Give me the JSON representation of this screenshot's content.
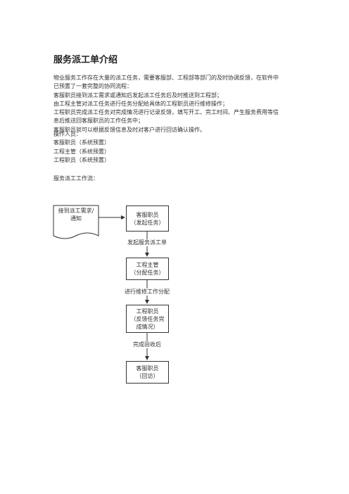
{
  "title": "服务派工单介绍",
  "intro_lines": [
    "物业服务工作存在大量的派工任务，需要客服部、工程部等部门的及时协调反馈，在软件中",
    "已预置了一套完整的协同流程：",
    "客服职员接到派工需求或通知后发起派工任务后及时推送到工程部；",
    "由工程主管对派工任务进行任务分配给具体的工程职员进行维修操作；",
    "工程职员完成派工任务对完成情况进行记录反馈，填写开工、完工时间、产生服务费用等信",
    "息后推送回客服职员的工作任务中；",
    "客服职员就可以根据反馈信息及时对客户进行回访确认操作。"
  ],
  "operators": {
    "heading": "操作人员：",
    "items": [
      "客服职员（系统预置）",
      "工程主管（系统预置）",
      "工程职员（系统预置）"
    ]
  },
  "workflow": {
    "heading": "服务派工工作流：",
    "document_node": [
      "接到派工需求/",
      "通知"
    ],
    "steps": [
      {
        "lines": [
          "客服职员",
          "（发起任务）"
        ]
      },
      {
        "lines": [
          "工程主管",
          "（分配任务）"
        ]
      },
      {
        "lines": [
          "工程职员",
          "（反馈任务完",
          "成情况）"
        ]
      },
      {
        "lines": [
          "客服职员",
          "（回访）"
        ]
      }
    ],
    "edge_labels": [
      "发起服务派工单",
      "进行维修工作分配",
      "完成验收后"
    ]
  }
}
